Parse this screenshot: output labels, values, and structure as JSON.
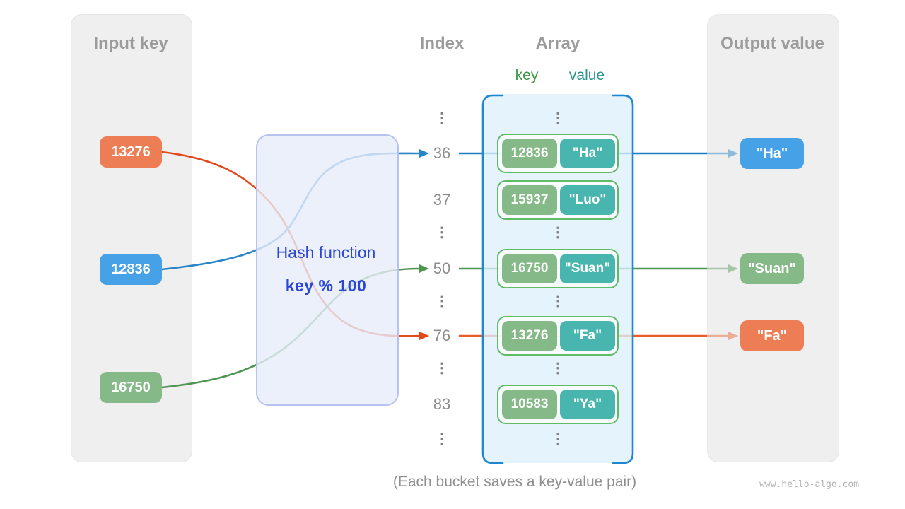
{
  "input": {
    "title": "Input key",
    "items": [
      {
        "label": "13276",
        "color": "orange"
      },
      {
        "label": "12836",
        "color": "blue"
      },
      {
        "label": "16750",
        "color": "green"
      }
    ]
  },
  "hash": {
    "title": "Hash function",
    "formula": "key % 100"
  },
  "index": {
    "title": "Index",
    "labels": [
      "36",
      "37",
      "50",
      "76",
      "83"
    ]
  },
  "array": {
    "title": "Array",
    "key_header": "key",
    "value_header": "value",
    "buckets": [
      {
        "index": "36",
        "key": "12836",
        "value": "\"Ha\""
      },
      {
        "index": "37",
        "key": "15937",
        "value": "\"Luo\""
      },
      {
        "index": "50",
        "key": "16750",
        "value": "\"Suan\""
      },
      {
        "index": "76",
        "key": "13276",
        "value": "\"Fa\""
      },
      {
        "index": "83",
        "key": "10583",
        "value": "\"Ya\""
      }
    ]
  },
  "output": {
    "title": "Output value",
    "items": [
      {
        "label": "\"Ha\"",
        "color": "blue"
      },
      {
        "label": "\"Suan\"",
        "color": "green"
      },
      {
        "label": "\"Fa\"",
        "color": "orange"
      }
    ]
  },
  "caption": "(Each bucket saves a key-value pair)",
  "watermark": "www.hello-algo.com",
  "ellipsis": "⋮",
  "colors": {
    "panel_gray": "#efefef",
    "box_orange": "#ed7d55",
    "box_blue": "#47a1e6",
    "box_green": "#85ba88",
    "box_teal": "#48b6ae",
    "bucket_border": "#5fbb64",
    "array_border": "#1e87cf",
    "hash_fill": "#e7ecfa",
    "hash_border": "#b7c2ef",
    "hash_text": "#2a46d4",
    "line_blue": "#1a7cc2",
    "curve_blue": "#2a85c8",
    "line_green": "#4f9653",
    "curve_orange": "#e2491a",
    "row_orange": "#e85c28",
    "gray_text": "#9b9b9b"
  }
}
